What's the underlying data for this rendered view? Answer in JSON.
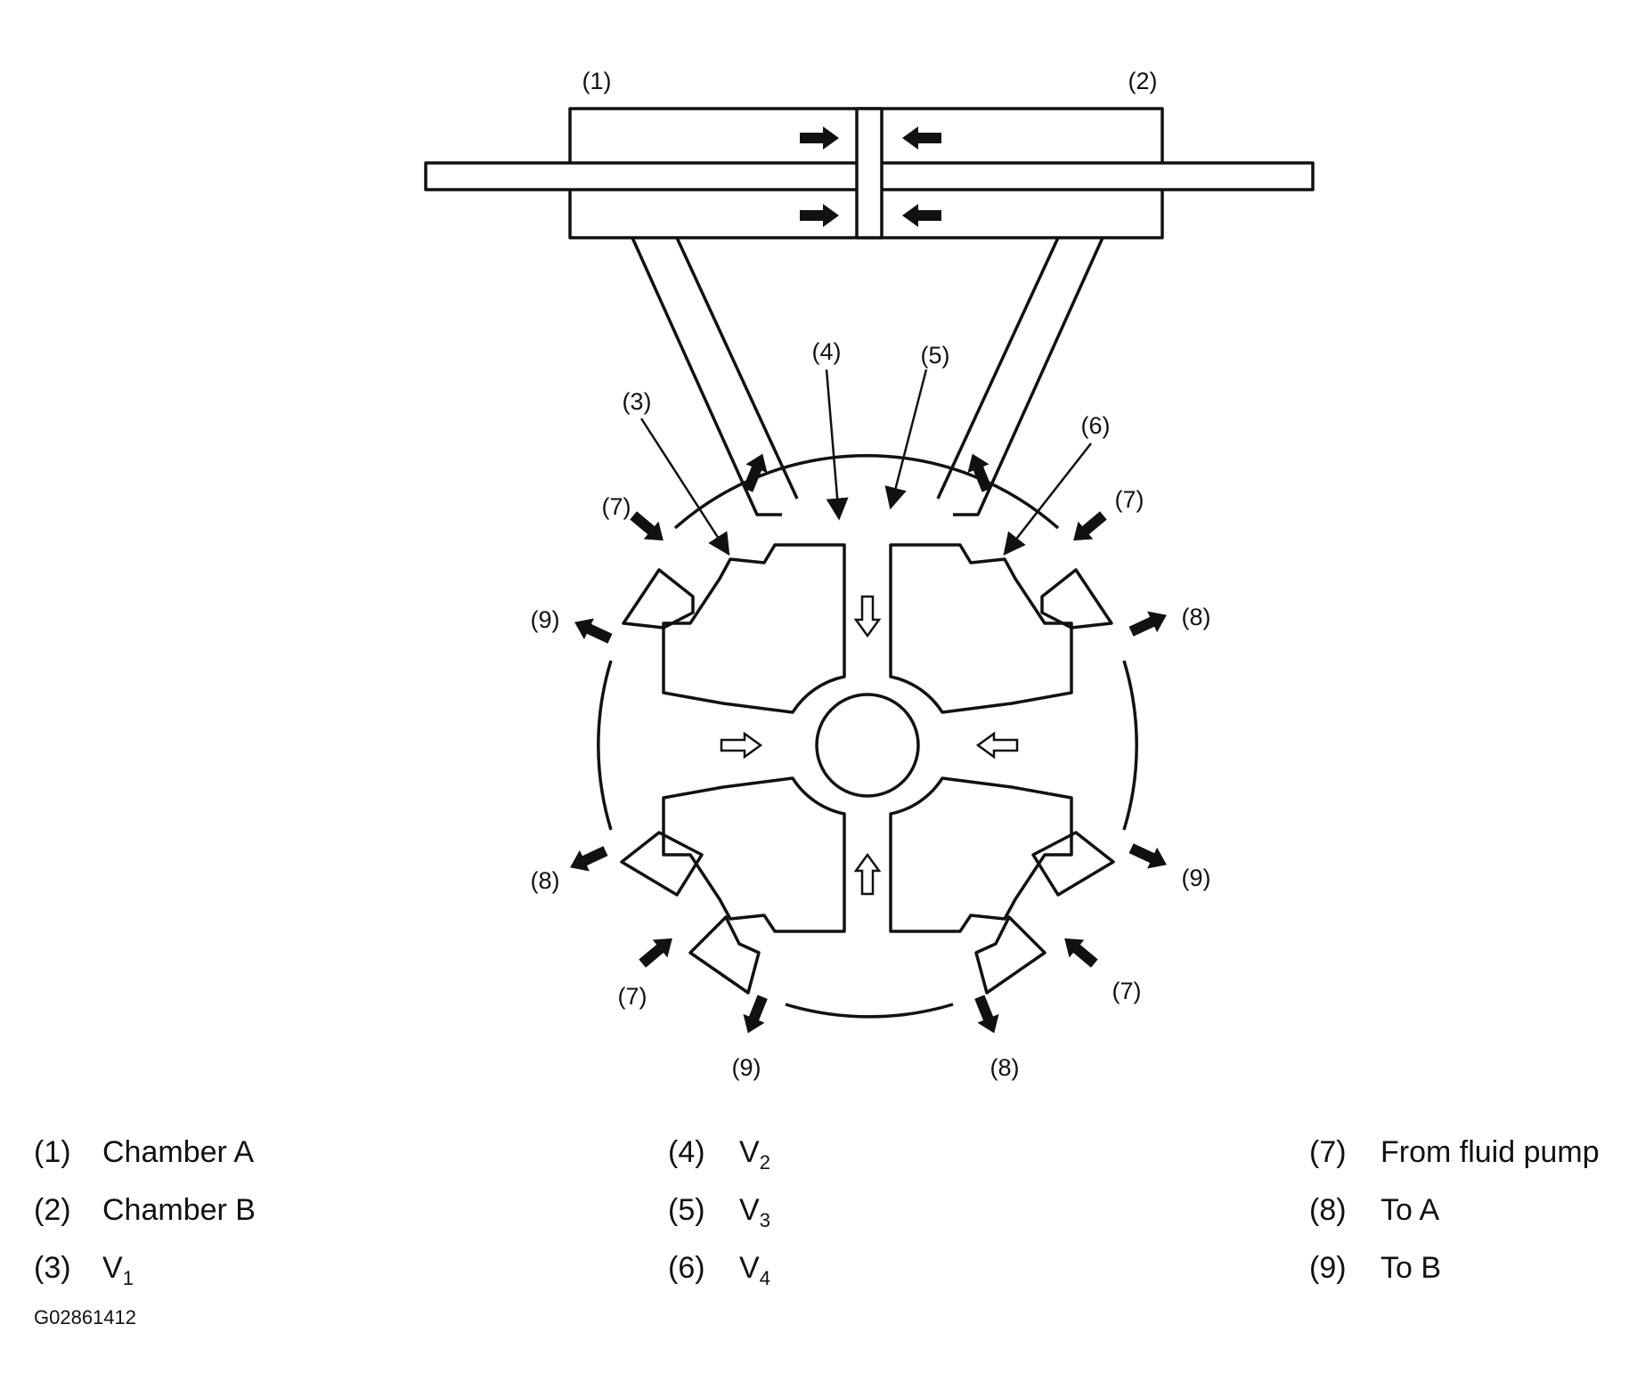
{
  "callouts": [
    "(1)",
    "(2)",
    "(3)",
    "(4)",
    "(5)",
    "(6)",
    "(7)",
    "(8)",
    "(9)"
  ],
  "legend": [
    {
      "num": "(1)",
      "text": "Chamber A"
    },
    {
      "num": "(2)",
      "text": "Chamber B"
    },
    {
      "num": "(3)",
      "text": "V",
      "sub": "1"
    },
    {
      "num": "(4)",
      "text": "V",
      "sub": "2"
    },
    {
      "num": "(5)",
      "text": "V",
      "sub": "3"
    },
    {
      "num": "(6)",
      "text": "V",
      "sub": "4"
    },
    {
      "num": "(7)",
      "text": "From fluid pump"
    },
    {
      "num": "(8)",
      "text": "To A"
    },
    {
      "num": "(9)",
      "text": "To B"
    }
  ],
  "figure_id": "G02861412",
  "colors": {
    "line": "#111111",
    "background": "#ffffff"
  }
}
